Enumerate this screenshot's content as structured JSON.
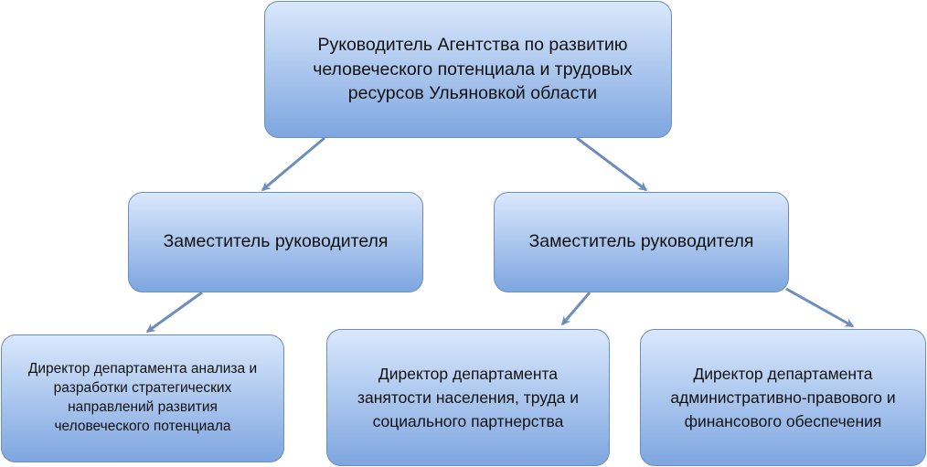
{
  "diagram": {
    "colors": {
      "box_fill_top": "#dae8fc",
      "box_fill_bottom": "#7ea6e0",
      "box_border": "#6c8ebf",
      "arrow": "#6c8ebf",
      "text": "#111111"
    },
    "nodes": {
      "root": {
        "label": "Руководитель Агентства по развитию\nчеловеческого потенциала и трудовых\nресурсов Ульяновкой области"
      },
      "deputy_left": {
        "label": "Заместитель руководителя"
      },
      "deputy_right": {
        "label": "Заместитель руководителя"
      },
      "director_analysis": {
        "label": "Директор департамента анализа и\nразработки стратегических\nнаправлений развития\nчеловеческого потенциала"
      },
      "director_employment": {
        "label": "Директор департамента\nзанятости населения, труда и\nсоциального партнерства"
      },
      "director_admin": {
        "label": "Директор департамента\nадминистративно-правового и\nфинансового обеспечения"
      }
    },
    "edges": [
      {
        "from": "root",
        "to": "deputy_left"
      },
      {
        "from": "root",
        "to": "deputy_right"
      },
      {
        "from": "deputy_left",
        "to": "director_analysis"
      },
      {
        "from": "deputy_right",
        "to": "director_employment"
      },
      {
        "from": "deputy_right",
        "to": "director_admin"
      }
    ]
  }
}
